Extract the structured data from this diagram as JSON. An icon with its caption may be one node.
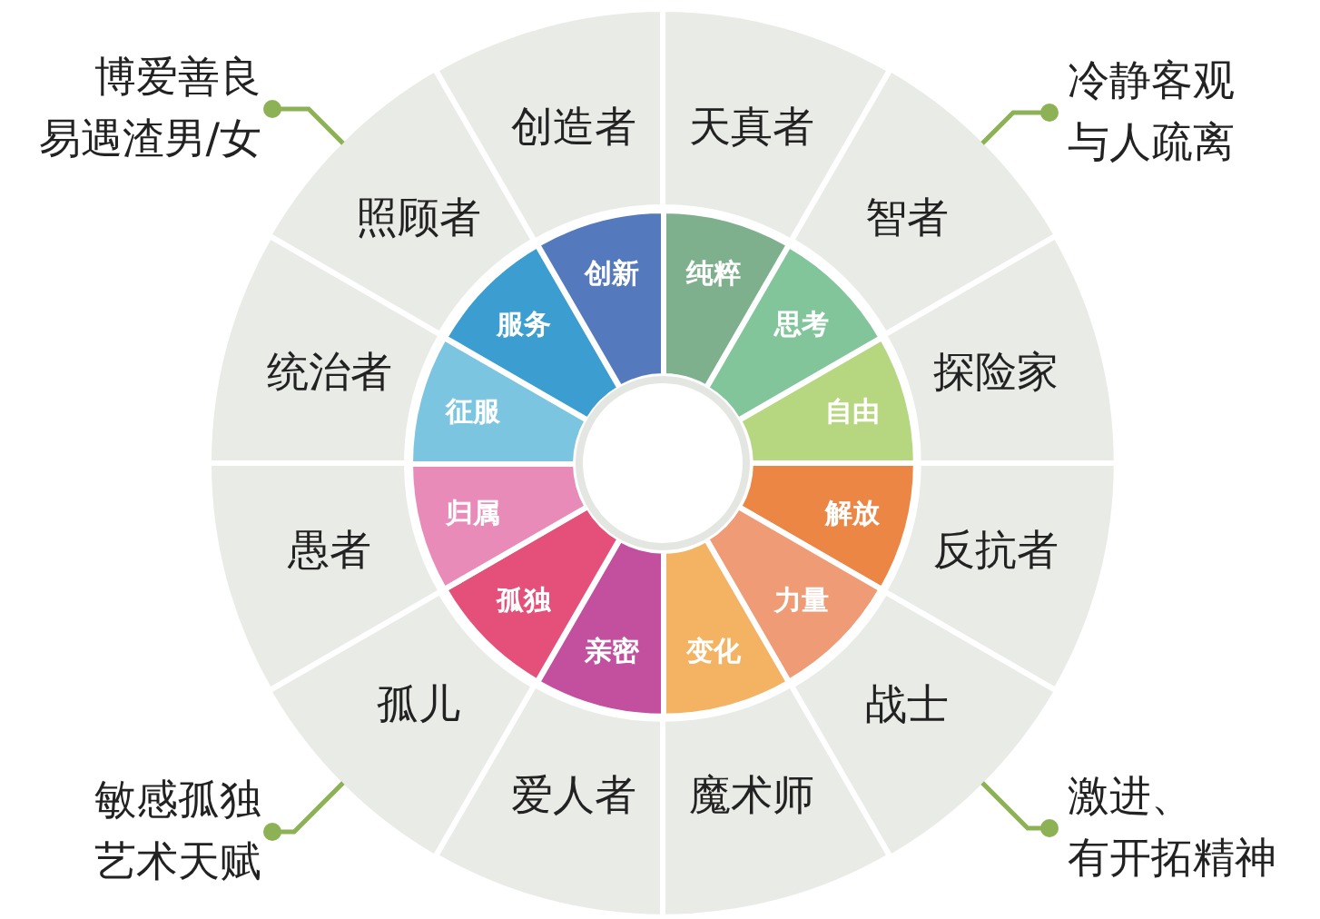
{
  "diagram": {
    "nodes": [
      {
        "text": [
          "天真者"
        ]
      },
      {
        "text": [
          "智者"
        ]
      },
      {
        "text": [
          "探险家"
        ]
      },
      {
        "text": [
          "反抗者"
        ]
      },
      {
        "text": [
          "战士"
        ]
      },
      {
        "text": [
          "魔术师"
        ]
      },
      {
        "text": [
          "爱人者"
        ]
      },
      {
        "text": [
          "孤儿"
        ]
      },
      {
        "text": [
          "愚者"
        ]
      },
      {
        "text": [
          "统治者"
        ]
      },
      {
        "text": [
          "照顾者"
        ]
      },
      {
        "text": [
          "创造者"
        ]
      },
      {
        "text": [
          "纯粹"
        ]
      },
      {
        "text": [
          "思考"
        ]
      },
      {
        "text": [
          "自由"
        ]
      },
      {
        "text": [
          "解放"
        ]
      },
      {
        "text": [
          "力量"
        ]
      },
      {
        "text": [
          "变化"
        ]
      },
      {
        "text": [
          "亲密"
        ]
      },
      {
        "text": [
          "孤独"
        ]
      },
      {
        "text": [
          "归属"
        ]
      },
      {
        "text": [
          "征服"
        ]
      },
      {
        "text": [
          "服务"
        ]
      },
      {
        "text": [
          "创新"
        ]
      },
      {
        "text": [
          "博爱善良",
          "易遇渣男/女"
        ]
      },
      {
        "text": [
          "冷静客观",
          "与人疏离"
        ]
      },
      {
        "text": [
          "敏感孤独",
          "艺术天赋"
        ]
      },
      {
        "text": [
          "激进、",
          "有开拓精神"
        ]
      },
      {
        "text": [],
        "shape": "circle"
      }
    ],
    "edges": [
      {
        "from": 24,
        "to": 10,
        "arrow": "other"
      },
      {
        "from": 25,
        "to": 1,
        "arrow": "other"
      },
      {
        "from": 26,
        "to": 7,
        "arrow": "other"
      },
      {
        "from": 27,
        "to": 4,
        "arrow": "other"
      }
    ]
  }
}
